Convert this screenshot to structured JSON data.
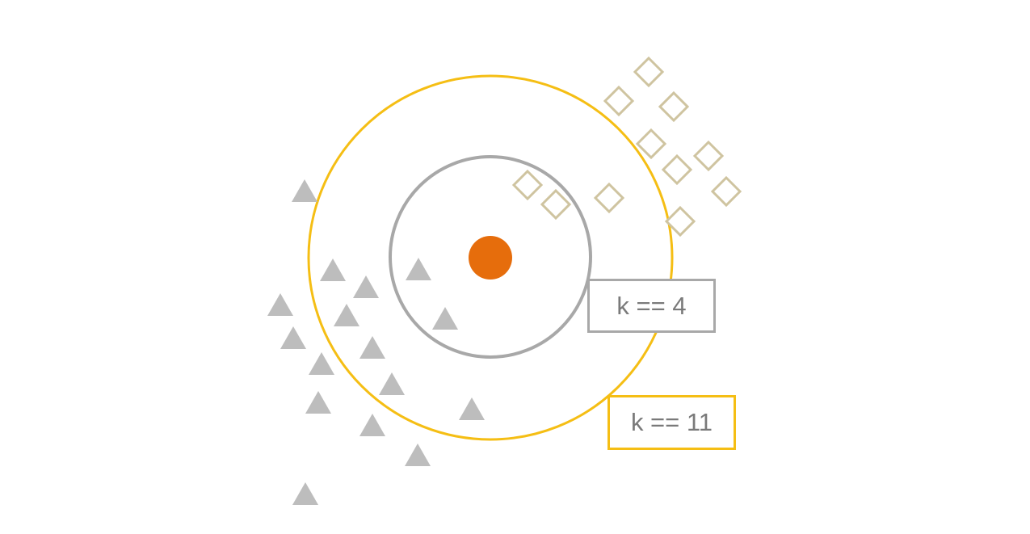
{
  "colors": {
    "outer_circle": "#f5be14",
    "inner_circle": "#a8a8a8",
    "query_point": "#e66d0c",
    "triangle_class": "#bdbdbd",
    "diamond_class": "#cfc4a0",
    "label_text": "#7a7a7a"
  },
  "labels": {
    "inner_k": "k == 4",
    "outer_k": "k == 11"
  },
  "shapes": {
    "query": "filled-circle",
    "class_a": "triangle",
    "class_b": "hollow-diamond"
  }
}
